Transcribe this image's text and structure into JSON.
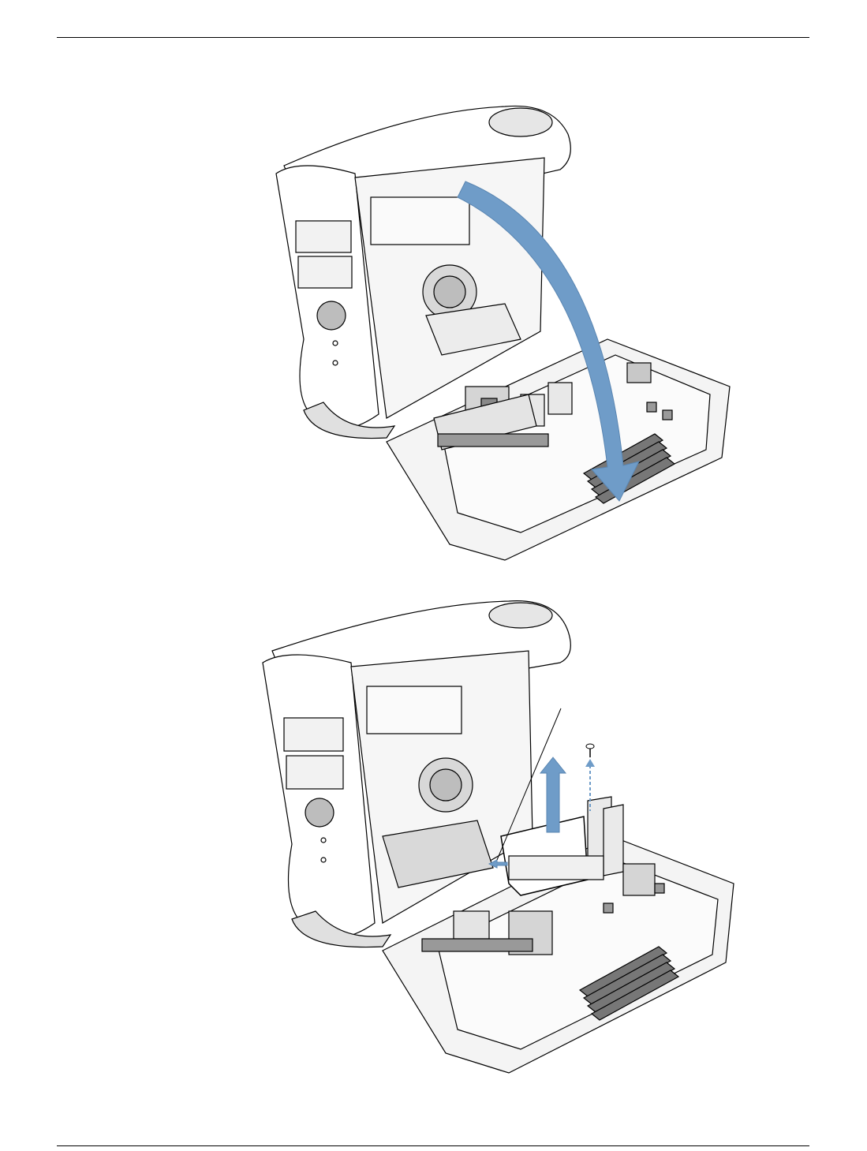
{
  "page": {
    "header_rule": "top-rule",
    "footer_rule": "bottom-rule"
  },
  "figures": [
    {
      "id": "open-side-panel",
      "arrow_color": "#6f9cc8",
      "icon": "rotate-down-arrow"
    },
    {
      "id": "remove-pci-card",
      "arrow_color": "#6f9cc8",
      "icons": [
        "lift-up-arrow",
        "screw-icon",
        "slide-left-arrow",
        "callout-line"
      ]
    }
  ]
}
